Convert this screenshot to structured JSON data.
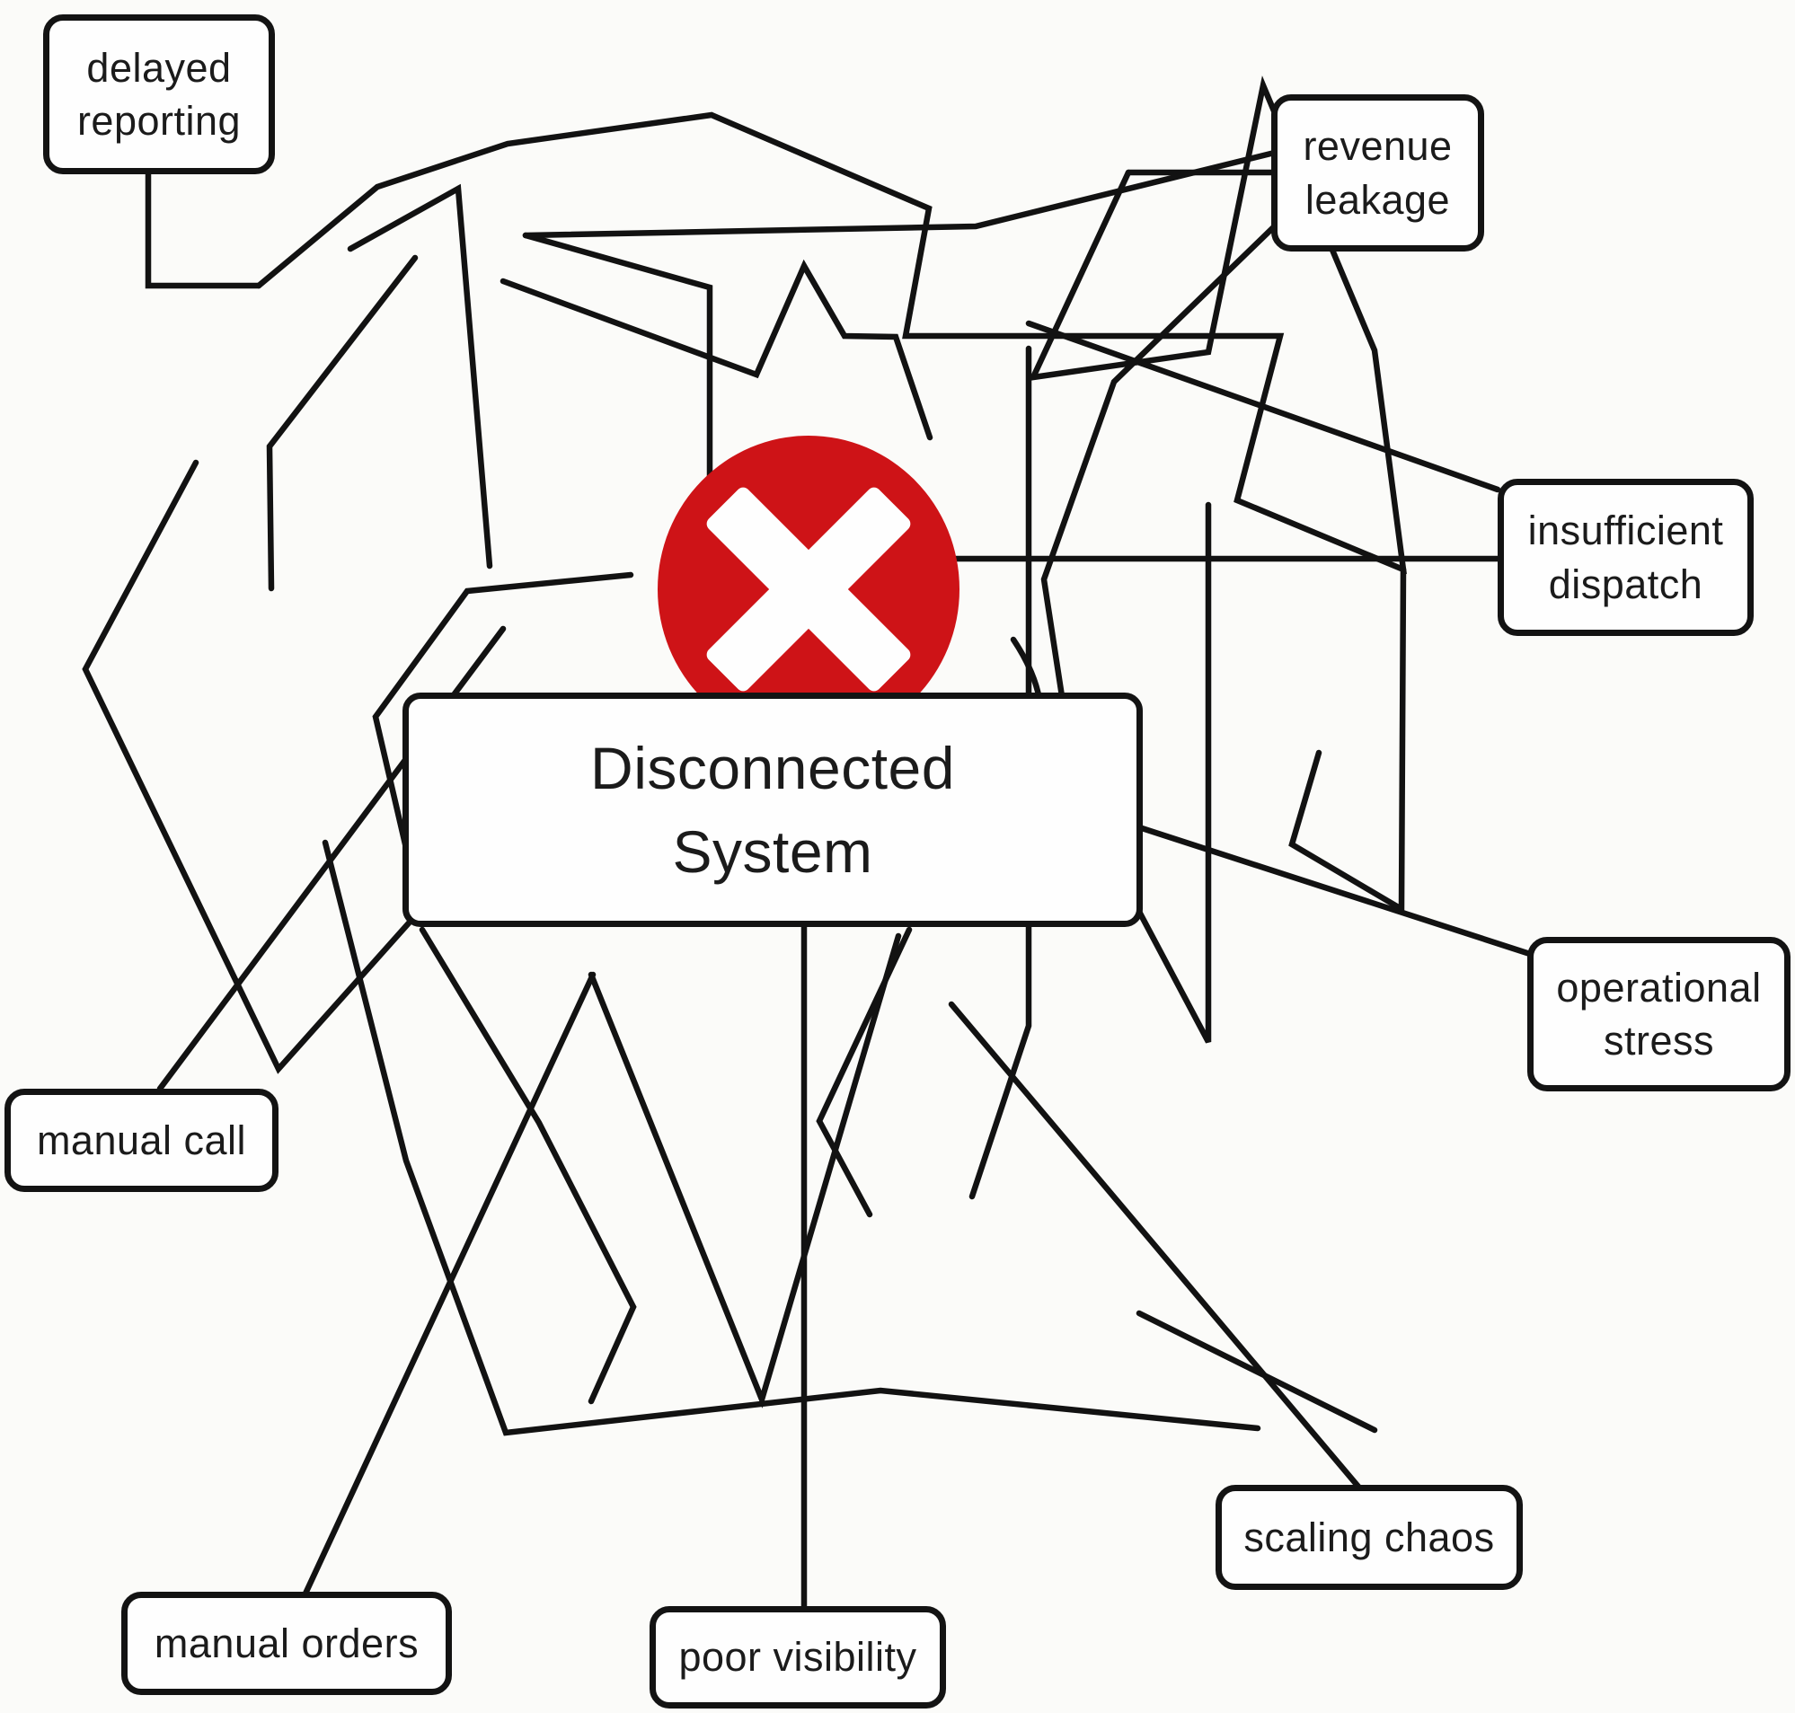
{
  "canvas": {
    "background": "#fbfbf9",
    "line_color": "#121212"
  },
  "center_node": {
    "label": "Disconnected System",
    "line1": "Disconnected",
    "line2": "System"
  },
  "error_icon": {
    "name": "x-cross-icon",
    "color": "#ce1317",
    "cross_color": "#fefefe"
  },
  "nodes": [
    {
      "id": "delayed-reporting",
      "label": "delayed reporting"
    },
    {
      "id": "revenue-leakage",
      "label": "revenue leakage"
    },
    {
      "id": "insufficient-dispatch",
      "label": "insufficient dispatch"
    },
    {
      "id": "operational-stress",
      "label": "operational stress"
    },
    {
      "id": "manual-call",
      "label": "manual call"
    },
    {
      "id": "manual-orders",
      "label": "manual orders"
    },
    {
      "id": "poor-visibility",
      "label": "poor visibility"
    },
    {
      "id": "scaling-chaos",
      "label": "scaling chaos"
    }
  ]
}
